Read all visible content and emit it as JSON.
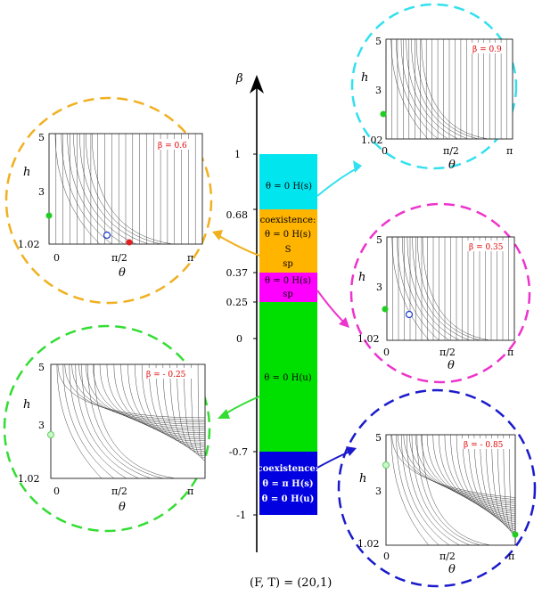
{
  "axis": {
    "symbol": "β",
    "ticks": [
      "1",
      "0.68",
      "0.37",
      "0.25",
      "0",
      "-0.7",
      "-1"
    ]
  },
  "bands": [
    {
      "id": "cyan",
      "lines": [
        "θ = 0 H(s)"
      ],
      "color": "#00e5ee"
    },
    {
      "id": "orange",
      "lines": [
        "coexistence:",
        "θ = 0 H(s)",
        "S",
        "sp"
      ],
      "color": "#ffb400"
    },
    {
      "id": "magenta",
      "lines": [
        "θ = 0 H(s)",
        "sp"
      ],
      "color": "#ff00ff"
    },
    {
      "id": "green",
      "lines": [
        "θ = 0 H(u)"
      ],
      "color": "#00e000"
    },
    {
      "id": "blue",
      "lines": [
        "coexistence:",
        "θ = π H(s)",
        "θ = 0 H(u)"
      ],
      "color": "#0000e0"
    }
  ],
  "insets": [
    {
      "id": "cyan",
      "beta_label": "β = 0.9",
      "color": "#33e0ee",
      "ytick_top": "5",
      "ytick_mid": "3",
      "ytick_bot": "1.02",
      "xtick_left": "0",
      "xtick_mid": "π/2",
      "xtick_right": "π",
      "xlabel": "θ",
      "ylabel": "h"
    },
    {
      "id": "orange",
      "beta_label": "β = 0.6",
      "color": "#f0b020",
      "ytick_top": "5",
      "ytick_mid": "3",
      "ytick_bot": "1.02",
      "xtick_left": "0",
      "xtick_mid": "π/2",
      "xtick_right": "π",
      "xlabel": "θ",
      "ylabel": "h"
    },
    {
      "id": "magenta",
      "beta_label": "β = 0.35",
      "color": "#ee33cc",
      "ytick_top": "5",
      "ytick_mid": "3",
      "ytick_bot": "1.02",
      "xtick_left": "0",
      "xtick_mid": "π/2",
      "xtick_right": "π",
      "xlabel": "θ",
      "ylabel": "h"
    },
    {
      "id": "green",
      "beta_label": "β = - 0.25",
      "color": "#33dd33",
      "ytick_top": "5",
      "ytick_mid": "3",
      "ytick_bot": "1.02",
      "xtick_left": "0",
      "xtick_mid": "π/2",
      "xtick_right": "π",
      "xlabel": "θ",
      "ylabel": "h"
    },
    {
      "id": "blue",
      "beta_label": "β = - 0.85",
      "color": "#1a1acc",
      "ytick_top": "5",
      "ytick_mid": "3",
      "ytick_bot": "1.02",
      "xtick_left": "0",
      "xtick_mid": "π/2",
      "xtick_right": "π",
      "xlabel": "θ",
      "ylabel": "h"
    }
  ],
  "footer": "(F, T) = (20,1)"
}
